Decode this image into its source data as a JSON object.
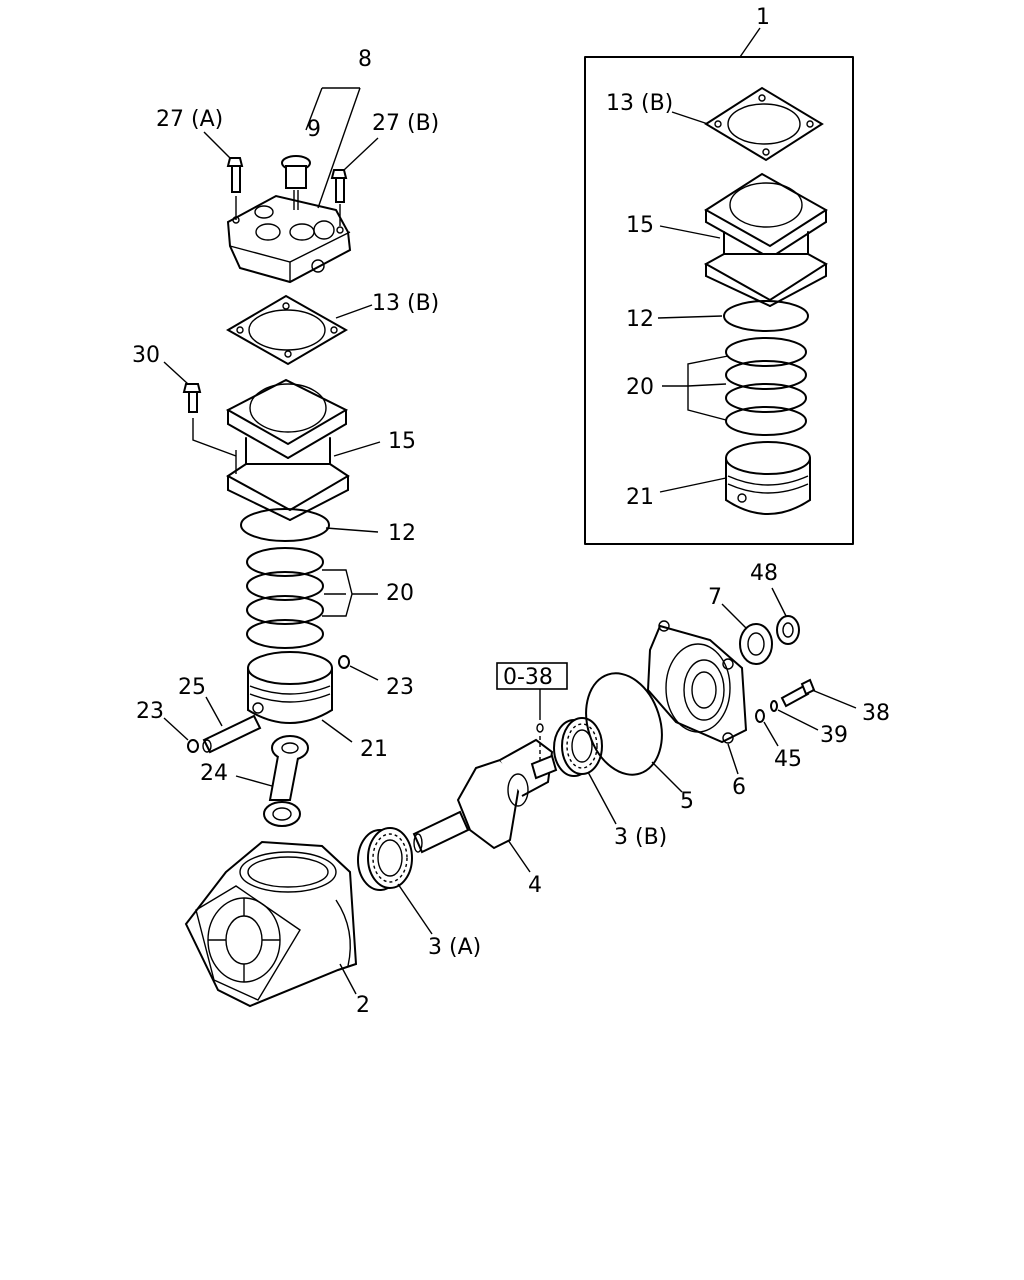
{
  "labels": {
    "l1": "1",
    "l2": "2",
    "l3a": "3 (A)",
    "l3b": "3 (B)",
    "l4": "4",
    "l5": "5",
    "l6": "6",
    "l7": "7",
    "l8": "8",
    "l9": "9",
    "l12_main": "12",
    "l12_kit": "12",
    "l13b_main": "13 (B)",
    "l13b_kit": "13 (B)",
    "l15_main": "15",
    "l15_kit": "15",
    "l20_main": "20",
    "l20_kit": "20",
    "l21_main": "21",
    "l21_kit": "21",
    "l23_left": "23",
    "l23_right": "23",
    "l24": "24",
    "l25": "25",
    "l27a": "27 (A)",
    "l27b": "27 (B)",
    "l30": "30",
    "l38": "38",
    "l39": "39",
    "l45": "45",
    "l48": "48",
    "ref": "0-38"
  }
}
